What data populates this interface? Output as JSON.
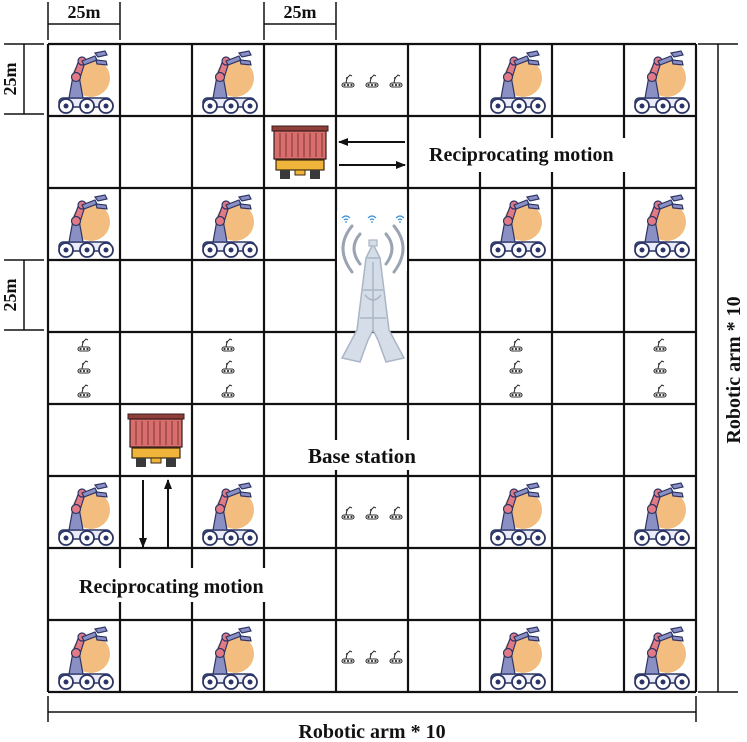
{
  "grid": {
    "cols": 9,
    "rows": 9
  },
  "labels": {
    "dim_top_left": "25m",
    "dim_top_mid": "25m",
    "dim_left_top": "25m",
    "dim_left_mid": "25m",
    "motion_top": "Reciprocating motion",
    "motion_bottom": "Reciprocating motion",
    "base_station": "Base station",
    "bottom_axis": "Robotic arm * 10",
    "right_axis": "Robotic arm * 10"
  },
  "colors": {
    "grid": "#111111",
    "arm_body": "#8a8fc4",
    "arm_joint": "#e07a86",
    "arm_bg": "#f2bd7e",
    "tower": "#d5dde8",
    "tower_outline": "#aab6c6",
    "signal": "#9aa4b2",
    "container": "#d96e6e",
    "truck_base": "#f1b43a",
    "wifi": "#3b8fd8"
  },
  "robotic_arm_icons": [
    [
      0,
      0
    ],
    [
      2,
      0
    ],
    [
      6,
      0
    ],
    [
      8,
      0
    ],
    [
      0,
      2
    ],
    [
      2,
      2
    ],
    [
      6,
      2
    ],
    [
      8,
      2
    ],
    [
      0,
      6
    ],
    [
      2,
      6
    ],
    [
      6,
      6
    ],
    [
      8,
      6
    ],
    [
      0,
      8
    ],
    [
      2,
      8
    ],
    [
      6,
      8
    ],
    [
      8,
      8
    ]
  ],
  "mini_robot_rows": [
    [
      4,
      0
    ],
    [
      4,
      6
    ],
    [
      4,
      8
    ]
  ],
  "mini_robot_columns": [
    [
      0,
      4
    ],
    [
      2,
      4
    ],
    [
      6,
      4
    ],
    [
      8,
      4
    ]
  ],
  "vehicles": [
    {
      "id": "vehicle-top",
      "col": 3,
      "row": 1
    },
    {
      "id": "vehicle-left",
      "col": 1,
      "row": 5
    }
  ],
  "wifi_icons": 3
}
